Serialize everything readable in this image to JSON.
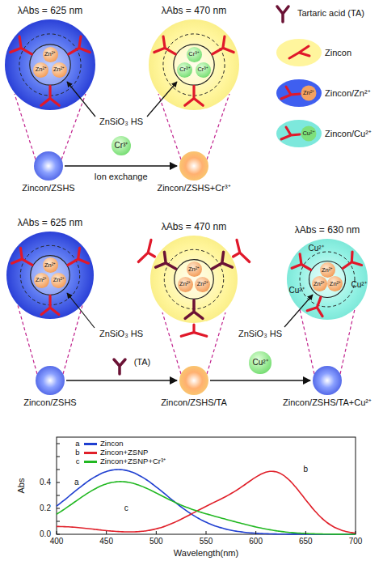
{
  "diagram": {
    "nodes": [
      {
        "text": [
          "λAbs = 625 nm"
        ]
      },
      {
        "text": [
          "Zn²⁺"
        ],
        "in": 0
      },
      {
        "text": [
          "Zn²⁺"
        ],
        "in": 0
      },
      {
        "text": [
          "Zn²⁺"
        ],
        "in": 0
      },
      {
        "text": [
          "λAbs = 470 nm"
        ]
      },
      {
        "text": [
          "Cr³⁺"
        ],
        "in": 4
      },
      {
        "text": [
          "Cr³⁺"
        ],
        "in": 4
      },
      {
        "text": [
          "Cr³⁺"
        ],
        "in": 4
      },
      {
        "text": [
          "Zincon/ZSHS"
        ]
      },
      {
        "text": [
          "Cr³⁺"
        ]
      },
      {
        "text": [
          "Zincon/ZSHS+Cr³⁺"
        ]
      },
      {
        "text": [
          "λAbs = 625 nm"
        ]
      },
      {
        "text": [
          "Zn²⁺"
        ],
        "in": 11
      },
      {
        "text": [
          "Zn²⁺"
        ],
        "in": 11
      },
      {
        "text": [
          "Zn²⁺"
        ],
        "in": 11
      },
      {
        "text": [
          "λAbs = 470 nm"
        ]
      },
      {
        "text": [
          "Zn²⁺"
        ],
        "in": 15
      },
      {
        "text": [
          "Zn²⁺"
        ],
        "in": 15
      },
      {
        "text": [
          "Zn²⁺"
        ],
        "in": 15
      },
      {
        "text": [
          "λAbs = 630 nm"
        ]
      },
      {
        "text": [
          "Zn²⁺"
        ],
        "in": 19
      },
      {
        "text": [
          "Zn²⁺"
        ],
        "in": 19
      },
      {
        "text": [
          "Zn²⁺"
        ],
        "in": 19
      },
      {
        "text": [
          "Zincon/ZSHS"
        ]
      },
      {
        "text": [
          "Zincon/ZSHS/TA"
        ]
      },
      {
        "text": [
          "Cu²⁺"
        ]
      },
      {
        "text": [
          "Zincon/ZSHS/TA+Cu²⁺"
        ]
      }
    ],
    "edges": [
      {
        "from": 8,
        "to": 10,
        "arrow": "to",
        "label": "Ion exchange"
      },
      {
        "from": 23,
        "to": 24,
        "arrow": "to"
      },
      {
        "from": 24,
        "to": 26,
        "arrow": "to"
      }
    ],
    "labels": [
      "ZnSiO₃ HS",
      "ZnSiO₃ HS",
      "ZnSiO₃ HS",
      "(TA)",
      "Cu²⁺",
      "Cu²⁺",
      "Cu²⁺",
      "Zn²⁺",
      "Cu²⁺",
      "Abs",
      "Wavelength(nm)",
      "0.0",
      "0.2",
      "0.4",
      "400",
      "450",
      "500",
      "550",
      "600",
      "650",
      "700",
      "a",
      "b",
      "c",
      "a",
      "b",
      "c"
    ],
    "legend": [
      {
        "text": "Tartaric acid (TA)"
      },
      {
        "text": "Zincon"
      },
      {
        "text": "Zincon/Zn²⁺"
      },
      {
        "text": "Zincon/Cu²⁺"
      },
      {
        "text": "Zincon",
        "color": "#1f3fd0"
      },
      {
        "text": "Zincon+ZSNP",
        "color": "#e0202a"
      },
      {
        "text": "Zincon+ZSNP+Cr³⁺",
        "color": "#22b822"
      }
    ]
  }
}
